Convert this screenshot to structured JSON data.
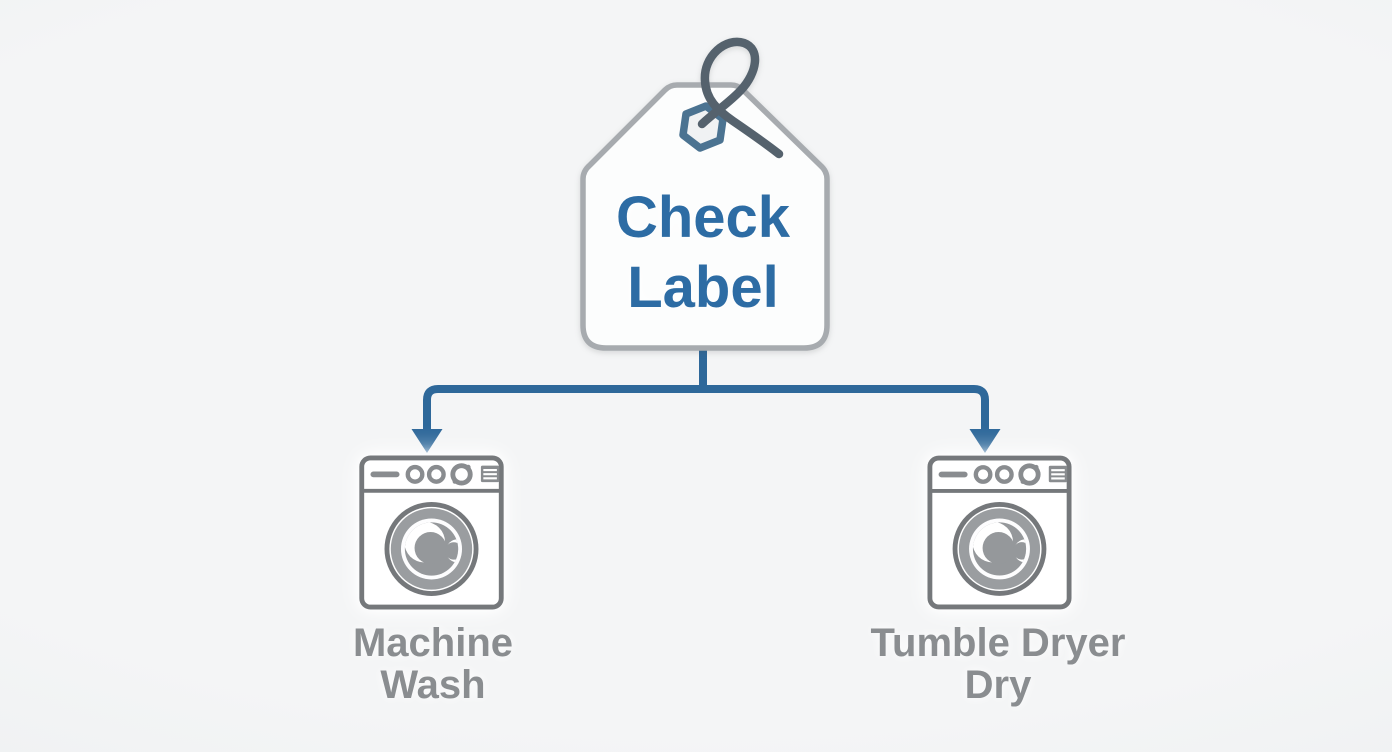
{
  "flowchart": {
    "root": {
      "label": "Check Label",
      "lines": [
        "Check",
        "Label"
      ],
      "icon": "price-tag-icon"
    },
    "children": [
      {
        "label": "Machine Wash",
        "lines": [
          "Machine",
          "Wash"
        ],
        "icon": "washing-machine-icon"
      },
      {
        "label": "Tumble Dryer Dry",
        "lines": [
          "Tumble Dryer",
          "Dry"
        ],
        "icon": "washing-machine-icon"
      }
    ],
    "colors": {
      "background": "#f2f3f4",
      "root_label_text": "#2d6ca4",
      "connector_blue": "#2e689a",
      "tag_outline_gray": "#a7abaf",
      "tag_string_slate": "#55626d",
      "tag_eyelet_blue": "#4b7391",
      "machine_outline_gray": "#75787b",
      "machine_drum_gray": "#9a9da0",
      "machine_detail_gray": "#898c8f",
      "child_label_text": "#8a8d90"
    }
  }
}
